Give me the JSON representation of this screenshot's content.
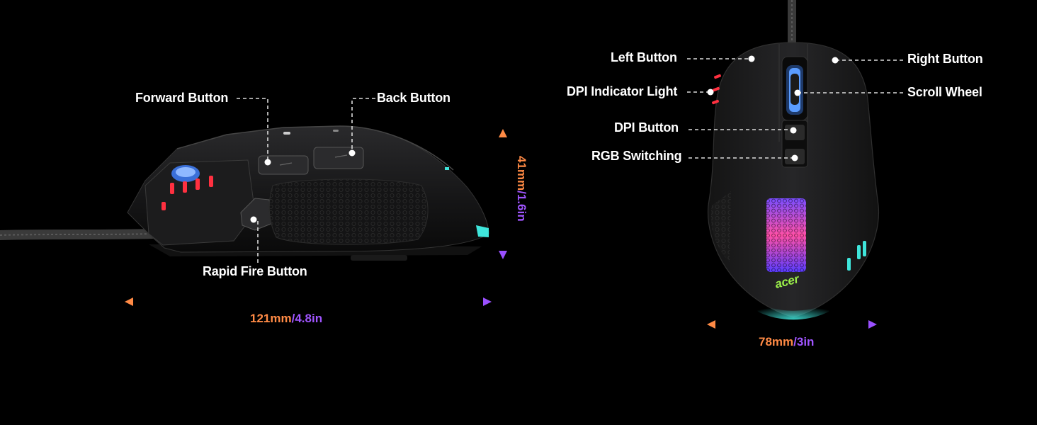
{
  "side_view": {
    "labels": {
      "forward": "Forward Button",
      "back": "Back Button",
      "rapid_fire": "Rapid Fire Button"
    },
    "length": {
      "mm": "121mm",
      "in": "/4.8in"
    },
    "height": {
      "mm": "41mm",
      "in": "/1.6in"
    }
  },
  "top_view": {
    "labels": {
      "left": "Left Button",
      "right": "Right Button",
      "dpi_light": "DPI Indicator Light",
      "scroll": "Scroll Wheel",
      "dpi_button": "DPI Button",
      "rgb": "RGB Switching"
    },
    "logo": "acer",
    "width": {
      "mm": "78mm",
      "in": "/3in"
    }
  },
  "colors": {
    "dim_orange": "#ff8a45",
    "dim_purple": "#a055ff",
    "accent_cyan": "#3fe6dc",
    "led_red": "#ff3040",
    "logo_green": "#9bf04a"
  }
}
